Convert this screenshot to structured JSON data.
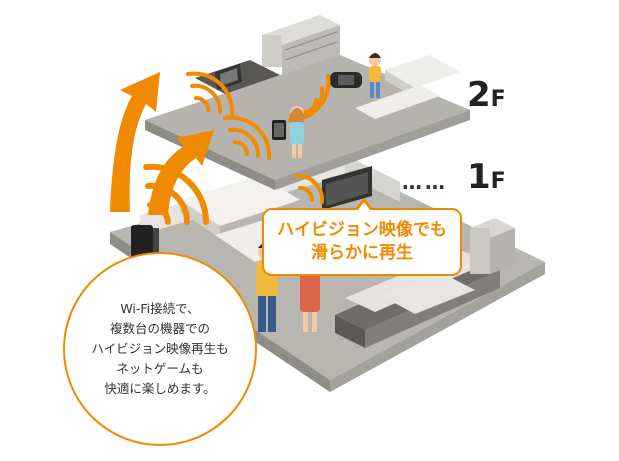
{
  "floors": {
    "upper": {
      "num": "2",
      "unit": "F"
    },
    "lower": {
      "num": "1",
      "unit": "F"
    }
  },
  "dots": "……",
  "bubble": {
    "lines": [
      "ハイビジョン映像でも",
      "滑らかに再生"
    ]
  },
  "circle": {
    "lines": [
      "Wi-Fi接続で、",
      "複数台の機器での",
      "ハイビジョン映像再生も",
      "ネットゲームも",
      "快適に楽しめます。"
    ]
  },
  "colors": {
    "accent": "#f08a00",
    "floor": "#b5b3ad",
    "text": "#333333"
  },
  "icons": [
    "router-icon",
    "wifi-signal-icon",
    "arrow-up-icon",
    "person-icon",
    "laptop-icon",
    "tablet-icon",
    "game-console-icon",
    "tv-icon",
    "refrigerator-icon"
  ]
}
